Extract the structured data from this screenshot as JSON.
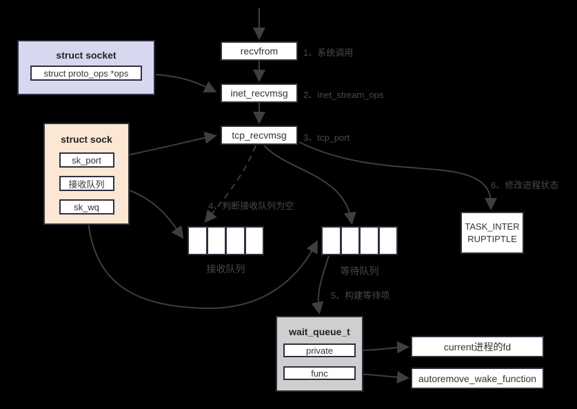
{
  "colors": {
    "background": "#000000",
    "line": "#3f3f3f",
    "border": "#2b313c",
    "label": "#4a4a4a",
    "socket_fill": "#d8d7f0",
    "sock_fill": "#fbe7d4",
    "waitq_fill": "#cfcfcf",
    "node_fill": "#ffffff"
  },
  "nodes": {
    "struct_socket": {
      "title": "struct socket",
      "field": "struct proto_ops *ops"
    },
    "recvfrom": {
      "label": "recvfrom"
    },
    "inet_recvmsg": {
      "label": "inet_recvmsg"
    },
    "tcp_recvmsg": {
      "label": "tcp_recvmsg"
    },
    "struct_sock": {
      "title": "struct sock",
      "fields": [
        "sk_port",
        "接收队列",
        "sk_wq"
      ]
    },
    "recv_queue": {
      "label": "接收队列",
      "cells": 4
    },
    "wait_queue": {
      "label": "等待队列",
      "cells": 4
    },
    "task_state": {
      "label": "TASK_INTERRUPTIPTLE"
    },
    "wait_queue_t": {
      "title": "wait_queue_t",
      "fields": [
        "private",
        "func"
      ]
    },
    "current_fd": {
      "label": "current进程的fd"
    },
    "autoremove": {
      "label": "autoremove_wake_function"
    }
  },
  "steps": [
    {
      "label": "1、系统调用"
    },
    {
      "label": "2、inet_stream_ops"
    },
    {
      "label": "3、tcp_port"
    },
    {
      "label": "4、判断接收队列为空"
    },
    {
      "label": "5、构建等待项"
    },
    {
      "label": "6、修改进程状态"
    }
  ]
}
